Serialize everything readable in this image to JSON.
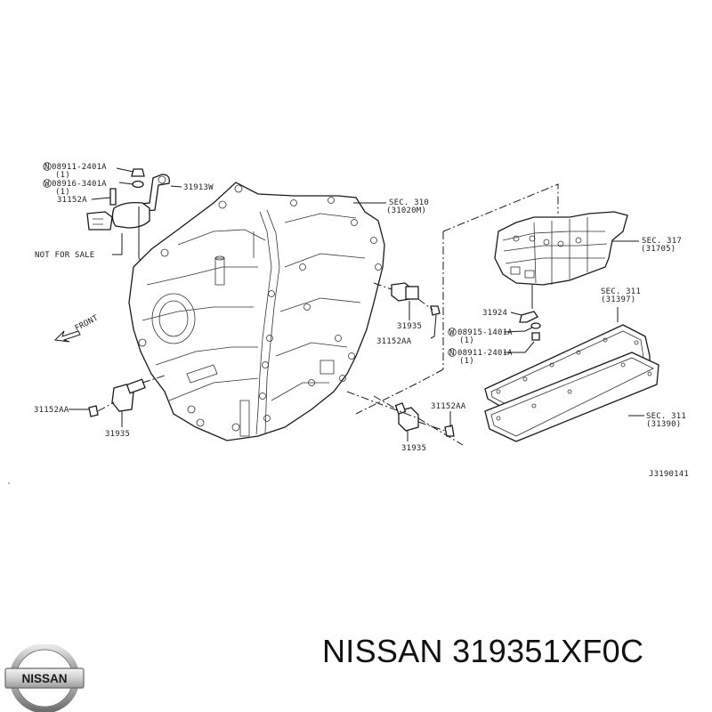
{
  "diagram": {
    "type": "exploded-parts-diagram",
    "subject": "CVT transmission case with sensors and valve body",
    "drawing_id": "J3190141",
    "direction_label": "FRONT",
    "callouts": [
      {
        "id": "c1",
        "part": "08911-2401A",
        "prefix_symbol": "N",
        "qty": "(1)"
      },
      {
        "id": "c2",
        "part": "08916-3401A",
        "prefix_symbol": "W",
        "qty": "(1)"
      },
      {
        "id": "c3",
        "part": "31152A"
      },
      {
        "id": "c4",
        "part": "31913W"
      },
      {
        "id": "c5",
        "part": "NOT FOR SALE"
      },
      {
        "id": "c6",
        "part": "SEC. 310",
        "ref": "(31020M)"
      },
      {
        "id": "c7",
        "part": "SEC. 317",
        "ref": "(31705)"
      },
      {
        "id": "c8",
        "part": "SEC. 311",
        "ref": "(31397)"
      },
      {
        "id": "c9",
        "part": "31924"
      },
      {
        "id": "c10",
        "part": "08915-1401A",
        "prefix_symbol": "W",
        "qty": "(1)"
      },
      {
        "id": "c11",
        "part": "08911-2401A",
        "prefix_symbol": "N",
        "qty": "(1)"
      },
      {
        "id": "c12",
        "part": "31935"
      },
      {
        "id": "c13",
        "part": "31152AA"
      },
      {
        "id": "c14",
        "part": "31152AA"
      },
      {
        "id": "c15",
        "part": "31935"
      },
      {
        "id": "c16",
        "part": "31152AA"
      },
      {
        "id": "c17",
        "part": "31935"
      },
      {
        "id": "c18",
        "part": "SEC. 311",
        "ref": "(31390)"
      }
    ]
  },
  "footer": {
    "brand": "NISSAN",
    "logo_text": "NISSAN",
    "part_number": "319351XF0C",
    "title": "NISSAN 319351XF0C"
  },
  "colors": {
    "line": "#1a1a1a",
    "background": "#ffffff",
    "logo_chrome": "#9a9a9a"
  }
}
